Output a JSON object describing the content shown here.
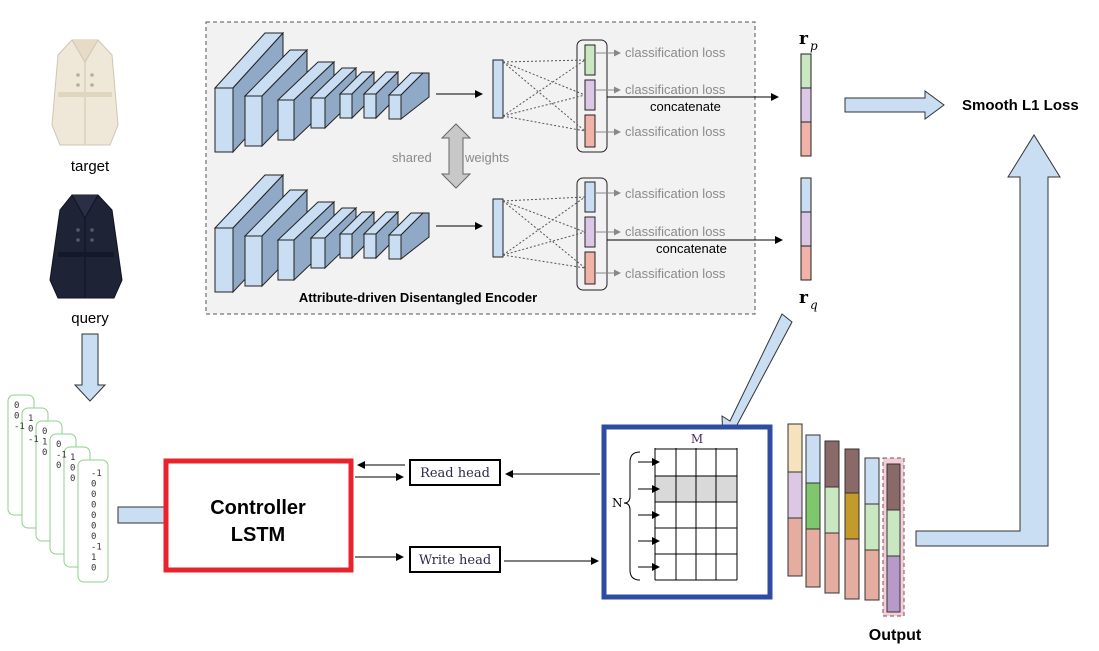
{
  "images": {
    "target_label": "target",
    "query_label": "query"
  },
  "encoder": {
    "title": "Attribute-driven Disentangled Encoder",
    "shared_label": "shared",
    "weights_label": "weights",
    "loss_label": "classification loss",
    "concat_label": "concatenate"
  },
  "rp_symbol": "r",
  "rp_sub": "p",
  "rq_symbol": "r",
  "rq_sub": "q",
  "loss_title": "Smooth L1 Loss",
  "controller": {
    "line1": "Controller",
    "line2": "LSTM"
  },
  "read_head": "Read head",
  "write_head": "Write head",
  "memory": {
    "m_label": "M",
    "n_label": "N"
  },
  "output_label": "Output",
  "colors": {
    "green": "#c9e8c1",
    "purple": "#dcc8e6",
    "red": "#f1b2a8",
    "blue": "#c9def2",
    "controller_border": "#e8232b",
    "memory_border": "#2e4da0"
  },
  "input_digits": [
    "0",
    "0",
    "-1",
    "1",
    "0",
    "-1",
    "0",
    "1",
    "0",
    "0",
    "-1",
    "0",
    "1",
    "0",
    "0",
    "-1",
    "0",
    "0",
    "0",
    "0"
  ]
}
